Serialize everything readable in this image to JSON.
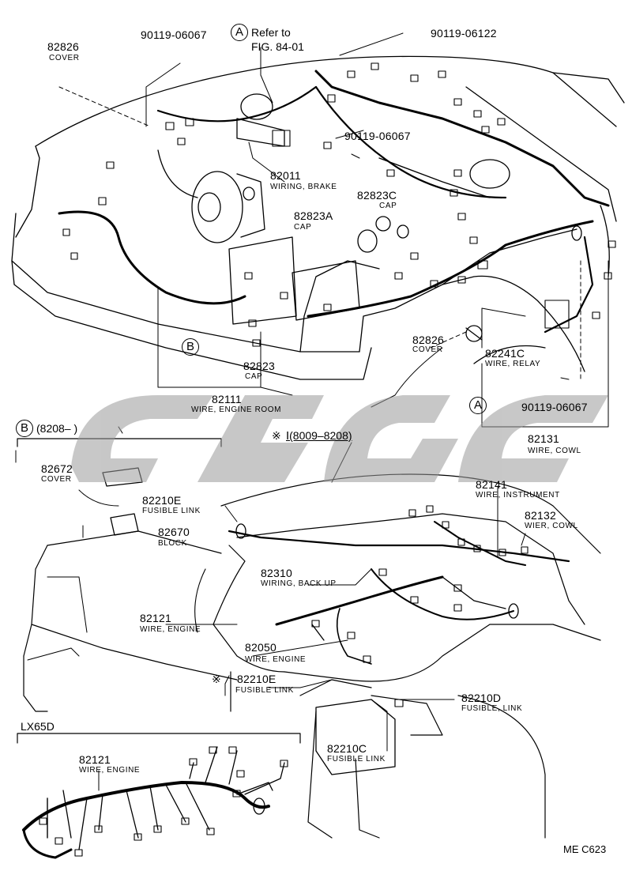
{
  "diagram": {
    "callouts": [
      {
        "id": "c-82826-top",
        "number": "82826",
        "desc": "COVER"
      },
      {
        "id": "c-90119-06067-a",
        "number": "90119-06067",
        "desc": ""
      },
      {
        "id": "c-90119-06122",
        "number": "90119-06122",
        "desc": ""
      },
      {
        "id": "c-90119-06067-b",
        "number": "90119-06067",
        "desc": ""
      },
      {
        "id": "c-82011",
        "number": "82011",
        "desc": "WIRING, BRAKE"
      },
      {
        "id": "c-82823c",
        "number": "82823C",
        "desc": "CAP"
      },
      {
        "id": "c-82823a",
        "number": "82823A",
        "desc": "CAP"
      },
      {
        "id": "c-82826-mid",
        "number": "82826",
        "desc": "COVER"
      },
      {
        "id": "c-82241c",
        "number": "82241C",
        "desc": "WIRE, RELAY"
      },
      {
        "id": "c-82823",
        "number": "82823",
        "desc": "CAP"
      },
      {
        "id": "c-90119-06067-c",
        "number": "90119-06067",
        "desc": ""
      },
      {
        "id": "c-82111",
        "number": "82111",
        "desc": "WIRE, ENGINE ROOM"
      },
      {
        "id": "c-82131",
        "number": "82131",
        "desc": "WIRE, COWL"
      },
      {
        "id": "c-82672",
        "number": "82672",
        "desc": "COVER"
      },
      {
        "id": "c-82210e",
        "number": "82210E",
        "desc": "FUSIBLE LINK"
      },
      {
        "id": "c-82670",
        "number": "82670",
        "desc": "BLOCK"
      },
      {
        "id": "c-82141",
        "number": "82141",
        "desc": "WIRE, INSTRUMENT"
      },
      {
        "id": "c-82132",
        "number": "82132",
        "desc": "WIER, COWL"
      },
      {
        "id": "c-82310",
        "number": "82310",
        "desc": "WIRING, BACK UP"
      },
      {
        "id": "c-82121-a",
        "number": "82121",
        "desc": "WIRE, ENGINE"
      },
      {
        "id": "c-82050",
        "number": "82050",
        "desc": "WIRE, ENGINE"
      },
      {
        "id": "c-82210e-b",
        "number": "82210E",
        "desc": "FUSIBLE LINK"
      },
      {
        "id": "c-82210d",
        "number": "82210D",
        "desc": "FUSIBLE, LINK"
      },
      {
        "id": "c-82210c",
        "number": "82210C",
        "desc": "FUSIBLE LINK"
      },
      {
        "id": "c-82121-b",
        "number": "82121",
        "desc": "WIRE, ENGINE"
      }
    ],
    "refer": {
      "letter": "A",
      "line1": "Refer to",
      "line2": "FIG. 84-01"
    },
    "letters": {
      "a": "A",
      "b": "B",
      "b_header": "B"
    },
    "section_b": {
      "range": "(8208–         )"
    },
    "section_star": {
      "mark": "※",
      "range": "Ⅰ(8009–8208)"
    },
    "star_mark": "※",
    "lx65d": "LX65D",
    "figure_code": "ME  C623"
  }
}
